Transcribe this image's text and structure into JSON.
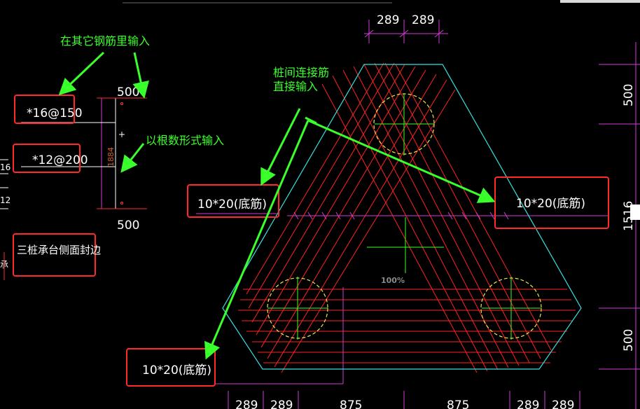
{
  "annotations": {
    "note_other_rebar": "在其它钢筋里输入",
    "note_count_form": "以根数形式输入",
    "note_pile_connect_line1": "桩间连接筋",
    "note_pile_connect_line2": "直接输入"
  },
  "labels": {
    "rebar_top": "*16@150",
    "rebar_side": "*12@200",
    "side_cover": "三桩承台侧面封边",
    "bottom_left_mid": "10*20(底筋)",
    "bottom_right": "10*20(底筋)",
    "bottom_lower": "10*20(底筋)",
    "zoom": "100%"
  },
  "dimensions": {
    "section_top": "500",
    "section_bottom": "500",
    "section_height": "1884",
    "top_a": "289",
    "top_b": "289",
    "right_top": "500",
    "right_mid": "1516",
    "right_bottom": "500",
    "bottom_a": "289",
    "bottom_b": "289",
    "bottom_c": "875",
    "bottom_d": "875",
    "bottom_e": "289",
    "bottom_f": "289"
  },
  "colors": {
    "background": "#000000",
    "annotation": "#39ff2a",
    "highlight_box": "#ff2a2a",
    "outline": "#36e0e0",
    "rebar": "#ff2222",
    "dimension": "#d43ad4",
    "pile_circle": "#e8e84a"
  }
}
